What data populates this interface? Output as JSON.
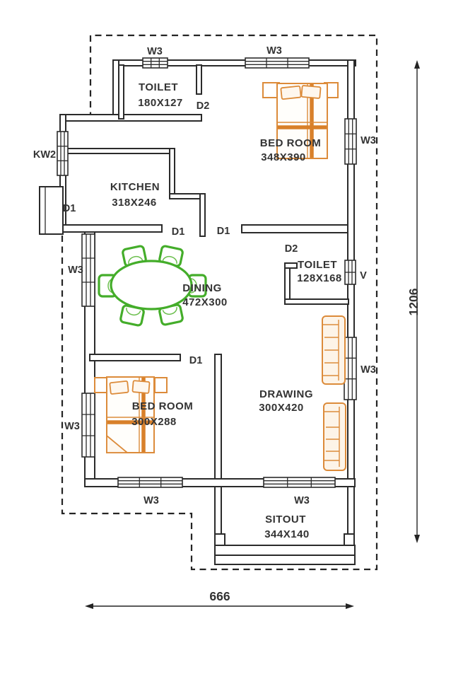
{
  "plan": {
    "rooms": [
      {
        "name": "TOILET",
        "size": "180X127"
      },
      {
        "name": "BED ROOM",
        "size": "348X390"
      },
      {
        "name": "KITCHEN",
        "size": "318X246"
      },
      {
        "name": "DINING",
        "size": "472X300"
      },
      {
        "name": "TOILET",
        "size": "128X168"
      },
      {
        "name": "DRAWING",
        "size": "300X420"
      },
      {
        "name": "BED ROOM",
        "size": "300X288"
      },
      {
        "name": "SITOUT",
        "size": "344X140"
      }
    ],
    "openings": {
      "window3": "W3",
      "kitchen_window": "KW2",
      "door_d1": "D1",
      "door_d2": "D2",
      "ventilator": "V"
    },
    "dimensions": {
      "overall_width": "666",
      "overall_height": "1206"
    },
    "colors": {
      "wall_line": "#2b2b2b",
      "furniture_orange": "#DC8B3A",
      "furniture_orange_dark": "#D8802A",
      "dining_green": "#44AD2A",
      "label_text": "#333333"
    }
  }
}
